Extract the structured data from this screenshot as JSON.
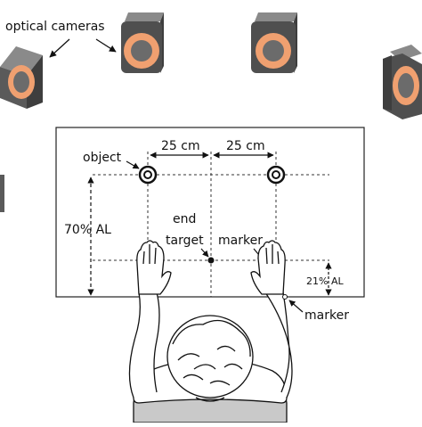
{
  "labels": {
    "optical_cameras": "optical cameras",
    "object": "object",
    "spacing_left": "25 cm",
    "spacing_right": "25 cm",
    "arm_length_far": "70% AL",
    "end_target_line1": "end",
    "end_target_line2": "target",
    "marker_on_hand": "marker",
    "arm_length_near": "21% AL",
    "marker_on_wrist": "marker"
  },
  "colors": {
    "camera_dark": "#4a4a4a",
    "camera_mid": "#7a7a7a",
    "camera_ring": "#f0a070",
    "camera_lens": "#6b6b6b",
    "table_outline": "#222222",
    "dashed_line": "#333333"
  },
  "icons": [
    "camera-icon",
    "object-target-icon",
    "end-target-dot-icon",
    "hand-icon",
    "person-top-view-icon"
  ]
}
